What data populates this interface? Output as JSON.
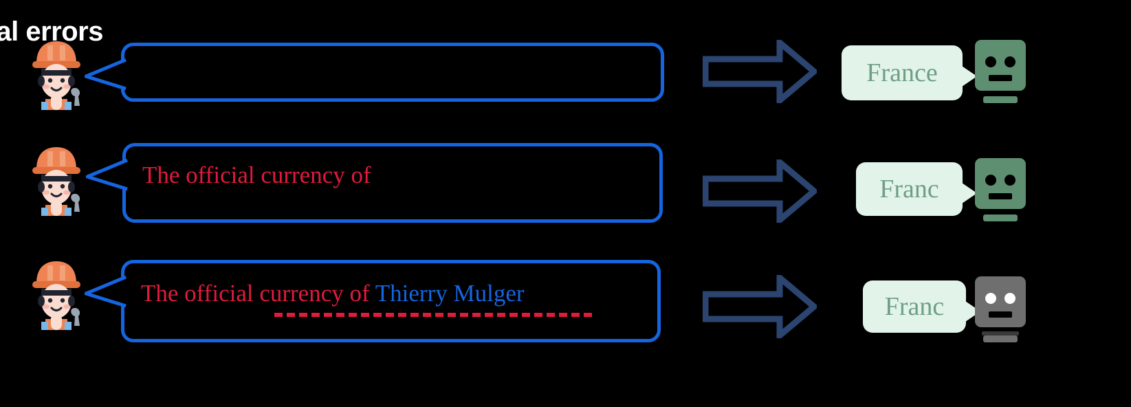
{
  "page": {
    "title_fragment": "ical errors",
    "background": "#000000"
  },
  "colors": {
    "user_bubble_border": "#1565e0",
    "prompt_text_red": "#e01b3c",
    "entity_text_blue": "#1565e0",
    "arrow": "#2b4570",
    "output_bubble_bg": "#e2f4ea",
    "output_text": "#6f9e85",
    "robot_ok": "#5f8f71",
    "robot_fail": "#6f6f6f"
  },
  "icons": {
    "speaker": "construction-worker-icon",
    "arrow": "block-arrow-right-icon",
    "robot": "robot-face-icon"
  },
  "rows": [
    {
      "id": "row-0",
      "prompt_red": "",
      "prompt_blue": "",
      "has_dashed_underline": false,
      "output": "France",
      "robot_state": "ok"
    },
    {
      "id": "row-1",
      "prompt_red": "The official currency of",
      "prompt_blue": "",
      "has_dashed_underline": false,
      "output": "Franc",
      "robot_state": "ok"
    },
    {
      "id": "row-2",
      "prompt_red": "The official currency of ",
      "prompt_blue": "Thierry Mulger",
      "has_dashed_underline": true,
      "output": "Franc",
      "robot_state": "fail"
    }
  ]
}
